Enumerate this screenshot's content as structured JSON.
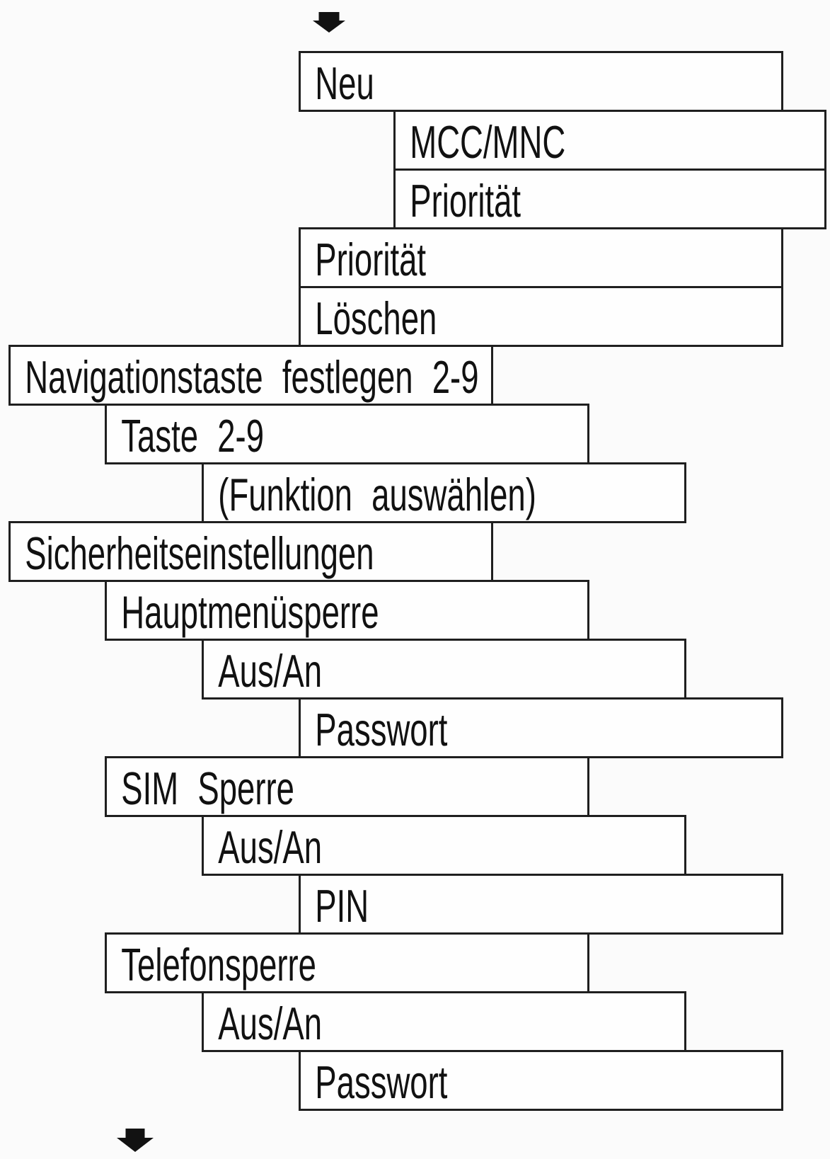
{
  "diagram": {
    "type": "menu-tree",
    "language": "de",
    "colors": {
      "background": "#fbfbfb",
      "box_fill": "#fefefe",
      "line": "#1f1f1f",
      "text": "#111111",
      "arrow": "#121212"
    },
    "arrows": {
      "top": "down-arrow",
      "bottom": "down-arrow"
    },
    "nodes": [
      {
        "label": "Neu",
        "level": 3
      },
      {
        "label": "MCC/MNC",
        "level": 4
      },
      {
        "label": "Priorität",
        "level": 4
      },
      {
        "label": "Priorität",
        "level": 3
      },
      {
        "label": "Löschen",
        "level": 3
      },
      {
        "label": "Navigationstaste festlegen 2-9",
        "level": 0
      },
      {
        "label": "Taste 2-9",
        "level": 1
      },
      {
        "label": "(Funktion auswählen)",
        "level": 2
      },
      {
        "label": "Sicherheitseinstellungen",
        "level": 0
      },
      {
        "label": "Hauptmenüsperre",
        "level": 1
      },
      {
        "label": "Aus/An",
        "level": 2
      },
      {
        "label": "Passwort",
        "level": 3
      },
      {
        "label": "SIM Sperre",
        "level": 1
      },
      {
        "label": "Aus/An",
        "level": 2
      },
      {
        "label": "PIN",
        "level": 3
      },
      {
        "label": "Telefonsperre",
        "level": 1
      },
      {
        "label": "Aus/An",
        "level": 2
      },
      {
        "label": "Passwort",
        "level": 3
      }
    ]
  }
}
